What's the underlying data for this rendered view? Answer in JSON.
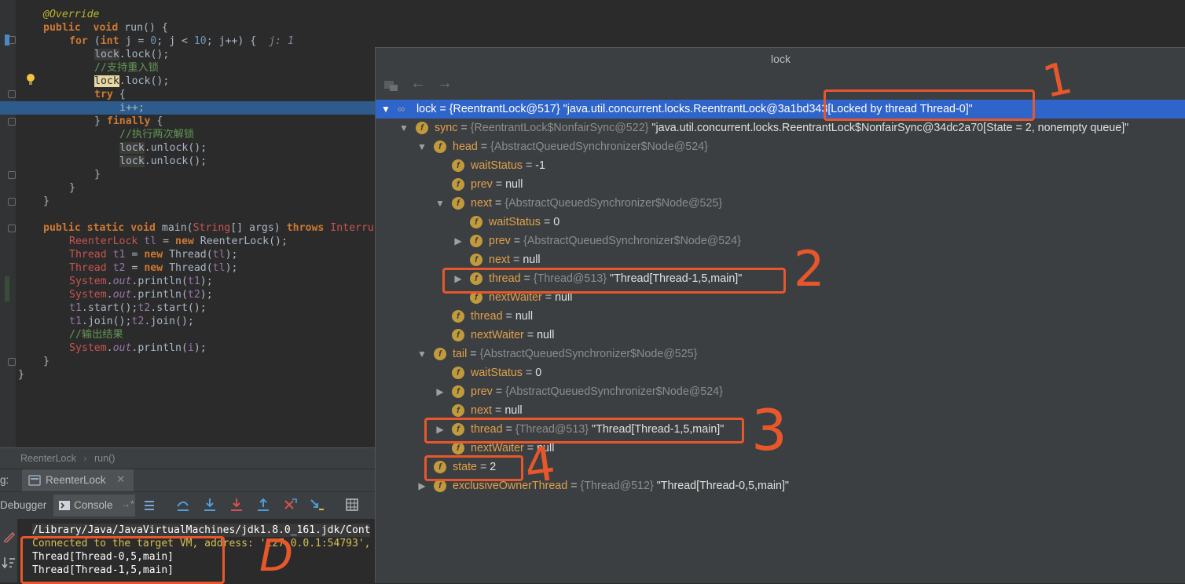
{
  "editor": {
    "lines": [
      {
        "tokens": [
          [
            "ann",
            "@Override"
          ]
        ]
      },
      {
        "tokens": [
          [
            "kw",
            "public"
          ],
          [
            "",
            "  "
          ],
          [
            "kw",
            "void"
          ],
          [
            "",
            " run() {"
          ]
        ]
      },
      {
        "tokens": [
          [
            "",
            ""
          ],
          [
            "kw",
            "for"
          ],
          [
            "",
            " ("
          ],
          [
            "kw",
            "int"
          ],
          [
            "",
            " j = "
          ],
          [
            "num",
            "0"
          ],
          [
            "",
            "; j < "
          ],
          [
            "num",
            "10"
          ],
          [
            "",
            "; j++) {  "
          ],
          [
            "hint",
            "j: 1"
          ]
        ]
      },
      {
        "tokens": [
          [
            "lk",
            "lock"
          ],
          [
            "",
            ".lock();"
          ]
        ]
      },
      {
        "tokens": [
          [
            "cmt",
            "//支持重入锁"
          ]
        ]
      },
      {
        "tokens": [
          [
            "lk2",
            "lock"
          ],
          [
            "",
            ".lock();"
          ]
        ]
      },
      {
        "tokens": [
          [
            "kw",
            "try"
          ],
          [
            "",
            " {"
          ]
        ]
      },
      {
        "tokens": [
          [
            "",
            "i++;"
          ]
        ]
      },
      {
        "tokens": [
          [
            "",
            ""
          ],
          [
            "",
            "} "
          ],
          [
            "kw",
            "finally"
          ],
          [
            "",
            " {"
          ]
        ]
      },
      {
        "tokens": [
          [
            "cmt",
            "//执行两次解锁"
          ]
        ]
      },
      {
        "tokens": [
          [
            "lk",
            "lock"
          ],
          [
            "",
            ".unlock();"
          ]
        ]
      },
      {
        "tokens": [
          [
            "lk",
            "lock"
          ],
          [
            "",
            ".unlock();"
          ]
        ]
      },
      {
        "tokens": [
          [
            "",
            "}"
          ]
        ]
      },
      {
        "tokens": [
          [
            "",
            "}"
          ]
        ]
      },
      {
        "tokens": [
          [
            "",
            "}"
          ]
        ]
      },
      {
        "tokens": []
      },
      {
        "tokens": [
          [
            "kw",
            "public"
          ],
          [
            "",
            " "
          ],
          [
            "kw",
            "static"
          ],
          [
            "",
            " "
          ],
          [
            "kw",
            "void"
          ],
          [
            "",
            " main("
          ],
          [
            "red",
            "String"
          ],
          [
            "",
            "[] args) "
          ],
          [
            "kw",
            "throws"
          ],
          [
            "",
            " "
          ],
          [
            "red",
            "Interru"
          ]
        ]
      },
      {
        "tokens": [
          [
            "red",
            "ReenterLock"
          ],
          [
            "",
            " "
          ],
          [
            "fld",
            "tl"
          ],
          [
            "",
            " = "
          ],
          [
            "kw",
            "new"
          ],
          [
            "",
            " ReenterLock();"
          ]
        ]
      },
      {
        "tokens": [
          [
            "red",
            "Thread"
          ],
          [
            "",
            " "
          ],
          [
            "fld",
            "t1"
          ],
          [
            "",
            " = "
          ],
          [
            "kw",
            "new"
          ],
          [
            "",
            " Thread("
          ],
          [
            "fld",
            "tl"
          ],
          [
            "",
            ");"
          ]
        ]
      },
      {
        "tokens": [
          [
            "red",
            "Thread"
          ],
          [
            "",
            " "
          ],
          [
            "fld",
            "t2"
          ],
          [
            "",
            " = "
          ],
          [
            "kw",
            "new"
          ],
          [
            "",
            " Thread("
          ],
          [
            "fld",
            "tl"
          ],
          [
            "",
            ");"
          ]
        ]
      },
      {
        "tokens": [
          [
            "red",
            "System"
          ],
          [
            "",
            "."
          ],
          [
            "stat",
            "out"
          ],
          [
            "",
            ".println("
          ],
          [
            "fld",
            "t1"
          ],
          [
            "",
            ");"
          ]
        ]
      },
      {
        "tokens": [
          [
            "red",
            "System"
          ],
          [
            "",
            "."
          ],
          [
            "stat",
            "out"
          ],
          [
            "",
            ".println("
          ],
          [
            "fld",
            "t2"
          ],
          [
            "",
            ");"
          ]
        ]
      },
      {
        "tokens": [
          [
            "fld",
            "t1"
          ],
          [
            "",
            ".start();"
          ],
          [
            "fld",
            "t2"
          ],
          [
            "",
            ".start();"
          ]
        ]
      },
      {
        "tokens": [
          [
            "fld",
            "t1"
          ],
          [
            "",
            ".join();"
          ],
          [
            "fld",
            "t2"
          ],
          [
            "",
            ".join();"
          ]
        ]
      },
      {
        "tokens": [
          [
            "cmt",
            "//输出结果"
          ]
        ]
      },
      {
        "tokens": [
          [
            "red",
            "System"
          ],
          [
            "",
            "."
          ],
          [
            "stat",
            "out"
          ],
          [
            "",
            ".println("
          ],
          [
            "fld",
            "i"
          ],
          [
            "",
            ");"
          ]
        ]
      },
      {
        "tokens": [
          [
            "",
            "}"
          ]
        ]
      },
      {
        "tokens": [
          [
            "",
            "}"
          ]
        ]
      }
    ],
    "breadcrumb": [
      "ReenterLock",
      "run()"
    ]
  },
  "debug": {
    "tab_prefix": "g:",
    "tab_label": "ReenterLock",
    "debugger_label": "Debugger",
    "console_label": "Console",
    "console_lines": [
      {
        "text": "/Library/Java/JavaVirtualMachines/jdk1.8.0_161.jdk/Cont",
        "color": "#ffffff"
      },
      {
        "text": "Connected to the target VM, address: '127.0.0.1:54793',",
        "color": "#d6bf55"
      },
      {
        "text": "Thread[Thread-0,5,main]",
        "color": "#ffffff"
      },
      {
        "text": "Thread[Thread-1,5,main]",
        "color": "#ffffff"
      }
    ]
  },
  "popup": {
    "title": "lock",
    "rows": [
      {
        "name": "lock",
        "type": "{ReentrantLock@517}",
        "value": "\"java.util.concurrent.locks.ReentrantLock@3a1bd343[Locked by thread Thread-0]\"",
        "arrow": "down",
        "icon": "oo",
        "selected": true
      },
      {
        "name": "sync",
        "type": "{ReentrantLock$NonfairSync@522}",
        "value": "\"java.util.concurrent.locks.ReentrantLock$NonfairSync@34dc2a70[State = 2, nonempty queue]\"",
        "arrow": "down",
        "icon": "f"
      },
      {
        "name": "head",
        "type": "{AbstractQueuedSynchronizer$Node@524}",
        "value": "",
        "arrow": "down",
        "icon": "f"
      },
      {
        "name": "waitStatus",
        "type": "",
        "value": "-1",
        "arrow": "",
        "icon": "f"
      },
      {
        "name": "prev",
        "type": "",
        "value": "null",
        "arrow": "",
        "icon": "f"
      },
      {
        "name": "next",
        "type": "{AbstractQueuedSynchronizer$Node@525}",
        "value": "",
        "arrow": "down",
        "icon": "f"
      },
      {
        "name": "waitStatus",
        "type": "",
        "value": "0",
        "arrow": "",
        "icon": "f"
      },
      {
        "name": "prev",
        "type": "{AbstractQueuedSynchronizer$Node@524}",
        "value": "",
        "arrow": "right",
        "icon": "f"
      },
      {
        "name": "next",
        "type": "",
        "value": "null",
        "arrow": "",
        "icon": "f"
      },
      {
        "name": "thread",
        "type": "{Thread@513}",
        "value": "\"Thread[Thread-1,5,main]\"",
        "arrow": "right",
        "icon": "f"
      },
      {
        "name": "nextWaiter",
        "type": "",
        "value": "null",
        "arrow": "",
        "icon": "f"
      },
      {
        "name": "thread",
        "type": "",
        "value": "null",
        "arrow": "",
        "icon": "f"
      },
      {
        "name": "nextWaiter",
        "type": "",
        "value": "null",
        "arrow": "",
        "icon": "f"
      },
      {
        "name": "tail",
        "type": "{AbstractQueuedSynchronizer$Node@525}",
        "value": "",
        "arrow": "down",
        "icon": "f"
      },
      {
        "name": "waitStatus",
        "type": "",
        "value": "0",
        "arrow": "",
        "icon": "f"
      },
      {
        "name": "prev",
        "type": "{AbstractQueuedSynchronizer$Node@524}",
        "value": "",
        "arrow": "right",
        "icon": "f"
      },
      {
        "name": "next",
        "type": "",
        "value": "null",
        "arrow": "",
        "icon": "f"
      },
      {
        "name": "thread",
        "type": "{Thread@513}",
        "value": "\"Thread[Thread-1,5,main]\"",
        "arrow": "right",
        "icon": "f"
      },
      {
        "name": "nextWaiter",
        "type": "",
        "value": "null",
        "arrow": "",
        "icon": "f"
      },
      {
        "name": "state",
        "type": "",
        "value": "2",
        "arrow": "",
        "icon": "f"
      },
      {
        "name": "exclusiveOwnerThread",
        "type": "{Thread@512}",
        "value": "\"Thread[Thread-0,5,main]\"",
        "arrow": "right",
        "icon": "f"
      }
    ]
  },
  "annotations": [
    "1",
    "2",
    "3",
    "4",
    "D"
  ],
  "colors": {
    "annotation": "#e8572c",
    "selection": "#2f65ca",
    "field_icon": "#c19a3c"
  }
}
